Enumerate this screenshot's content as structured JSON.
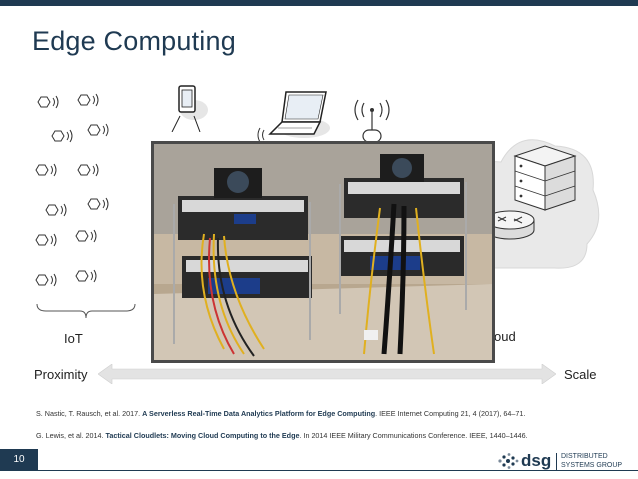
{
  "slide": {
    "title": "Edge Computing",
    "labels": {
      "iot": "IoT",
      "cloud": "oud",
      "proximity": "Proximity",
      "scale": "Scale"
    },
    "references": [
      {
        "prefix": "S. Nastic, T. Rausch, et al. 2017. ",
        "title": "A Serverless Real-Time Data Analytics Platform for Edge Computing",
        "suffix": ". IEEE Internet Computing 21, 4 (2017), 64–71."
      },
      {
        "prefix": "G. Lewis, et al. 2014. ",
        "title": "Tactical Cloudlets: Moving Cloud Computing to the Edge",
        "suffix": ". In 2014 IEEE Military Communications Conference. IEEE, 1440–1446."
      }
    ],
    "page_number": "10",
    "logo": {
      "brand": "dsg",
      "line1": "DISTRIBUTED",
      "line2": "SYSTEMS GROUP"
    },
    "icons": {
      "iot_device": "hexagon-wifi-icon",
      "tablet": "tablet-icon",
      "laptop": "laptop-icon",
      "tower": "wireless-tower-icon",
      "server": "server-rack-icon",
      "router": "router-icon",
      "cloud": "cloud-icon"
    },
    "colors": {
      "primary": "#1f3a52",
      "arrow": "#e3e3e3",
      "cloud": "#e9e9e9"
    }
  }
}
